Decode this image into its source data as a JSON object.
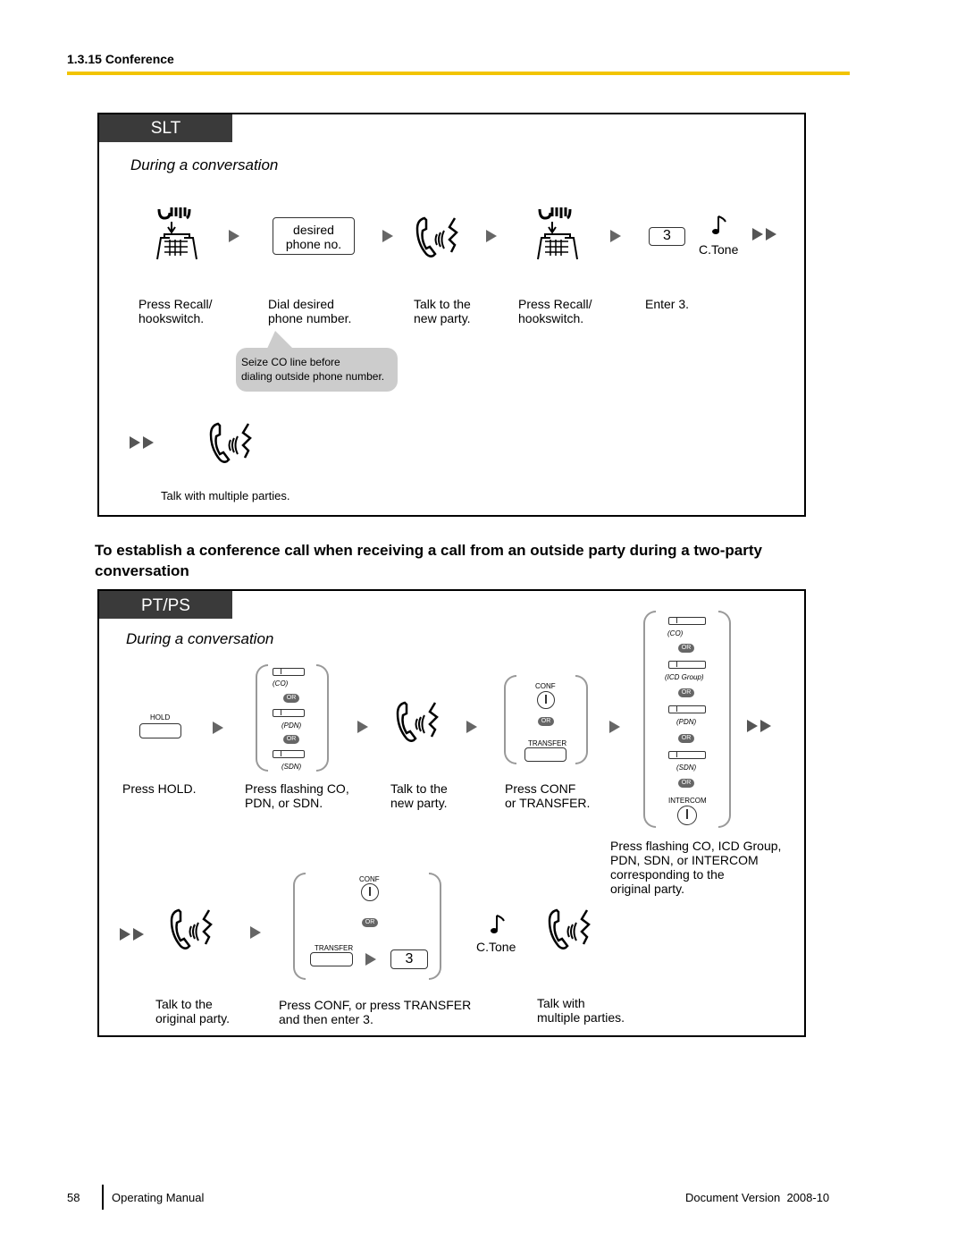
{
  "header": {
    "section": "1.3.15 Conference",
    "rule_color": "#f2c400"
  },
  "slt": {
    "tab": "SLT",
    "during": "During a conversation",
    "step_key": "desired phone no.",
    "key_line1": "desired",
    "key_line2": "phone no.",
    "digit": "3",
    "ctone": "C.Tone",
    "captions": [
      {
        "l1": "Press Recall/",
        "l2": "hookswitch."
      },
      {
        "l1": "Dial desired",
        "l2": "phone number."
      },
      {
        "l1": "Talk to the",
        "l2": "new party."
      },
      {
        "l1": "Press Recall/",
        "l2": "hookswitch."
      },
      {
        "l1": "Enter 3.",
        "l2": ""
      }
    ],
    "callout_l1": "Seize CO line before",
    "callout_l2": "dialing outside phone number.",
    "final_caption": "Talk with multiple parties."
  },
  "heading": {
    "line1": "To establish a conference call when receiving a call from an outside party during a two-party",
    "line2": "conversation"
  },
  "ptps": {
    "tab": "PT/PS",
    "during": "During a conversation",
    "hold": "HOLD",
    "co": "(CO)",
    "pdn": "(PDN)",
    "sdn": "(SDN)",
    "icd": "(ICD Group)",
    "or": "OR",
    "conf": "CONF",
    "transfer": "TRANSFER",
    "intercom": "INTERCOM",
    "digit": "3",
    "ctone": "C.Tone",
    "captions": {
      "hold_l1": "Press HOLD.",
      "flash_l1": "Press flashing CO,",
      "flash_l2": "PDN, or SDN.",
      "talk_l1": "Talk to the",
      "talk_l2": "new party.",
      "conf_l1": "Press CONF",
      "conf_l2": "or TRANSFER.",
      "orig_l1": "Press flashing CO, ICD Group,",
      "orig_l2": "PDN, SDN, or INTERCOM",
      "orig_l3": "corresponding to the",
      "orig_l4": "original party.",
      "talkorig_l1": "Talk to the",
      "talkorig_l2": "original party.",
      "confenter_l1": "Press CONF, or press TRANSFER",
      "confenter_l2": "and then enter 3.",
      "talkmulti_l1": "Talk with",
      "talkmulti_l2": "multiple parties."
    }
  },
  "footer": {
    "page": "58",
    "manual": "Operating Manual",
    "version": "Document Version  2008-10"
  }
}
